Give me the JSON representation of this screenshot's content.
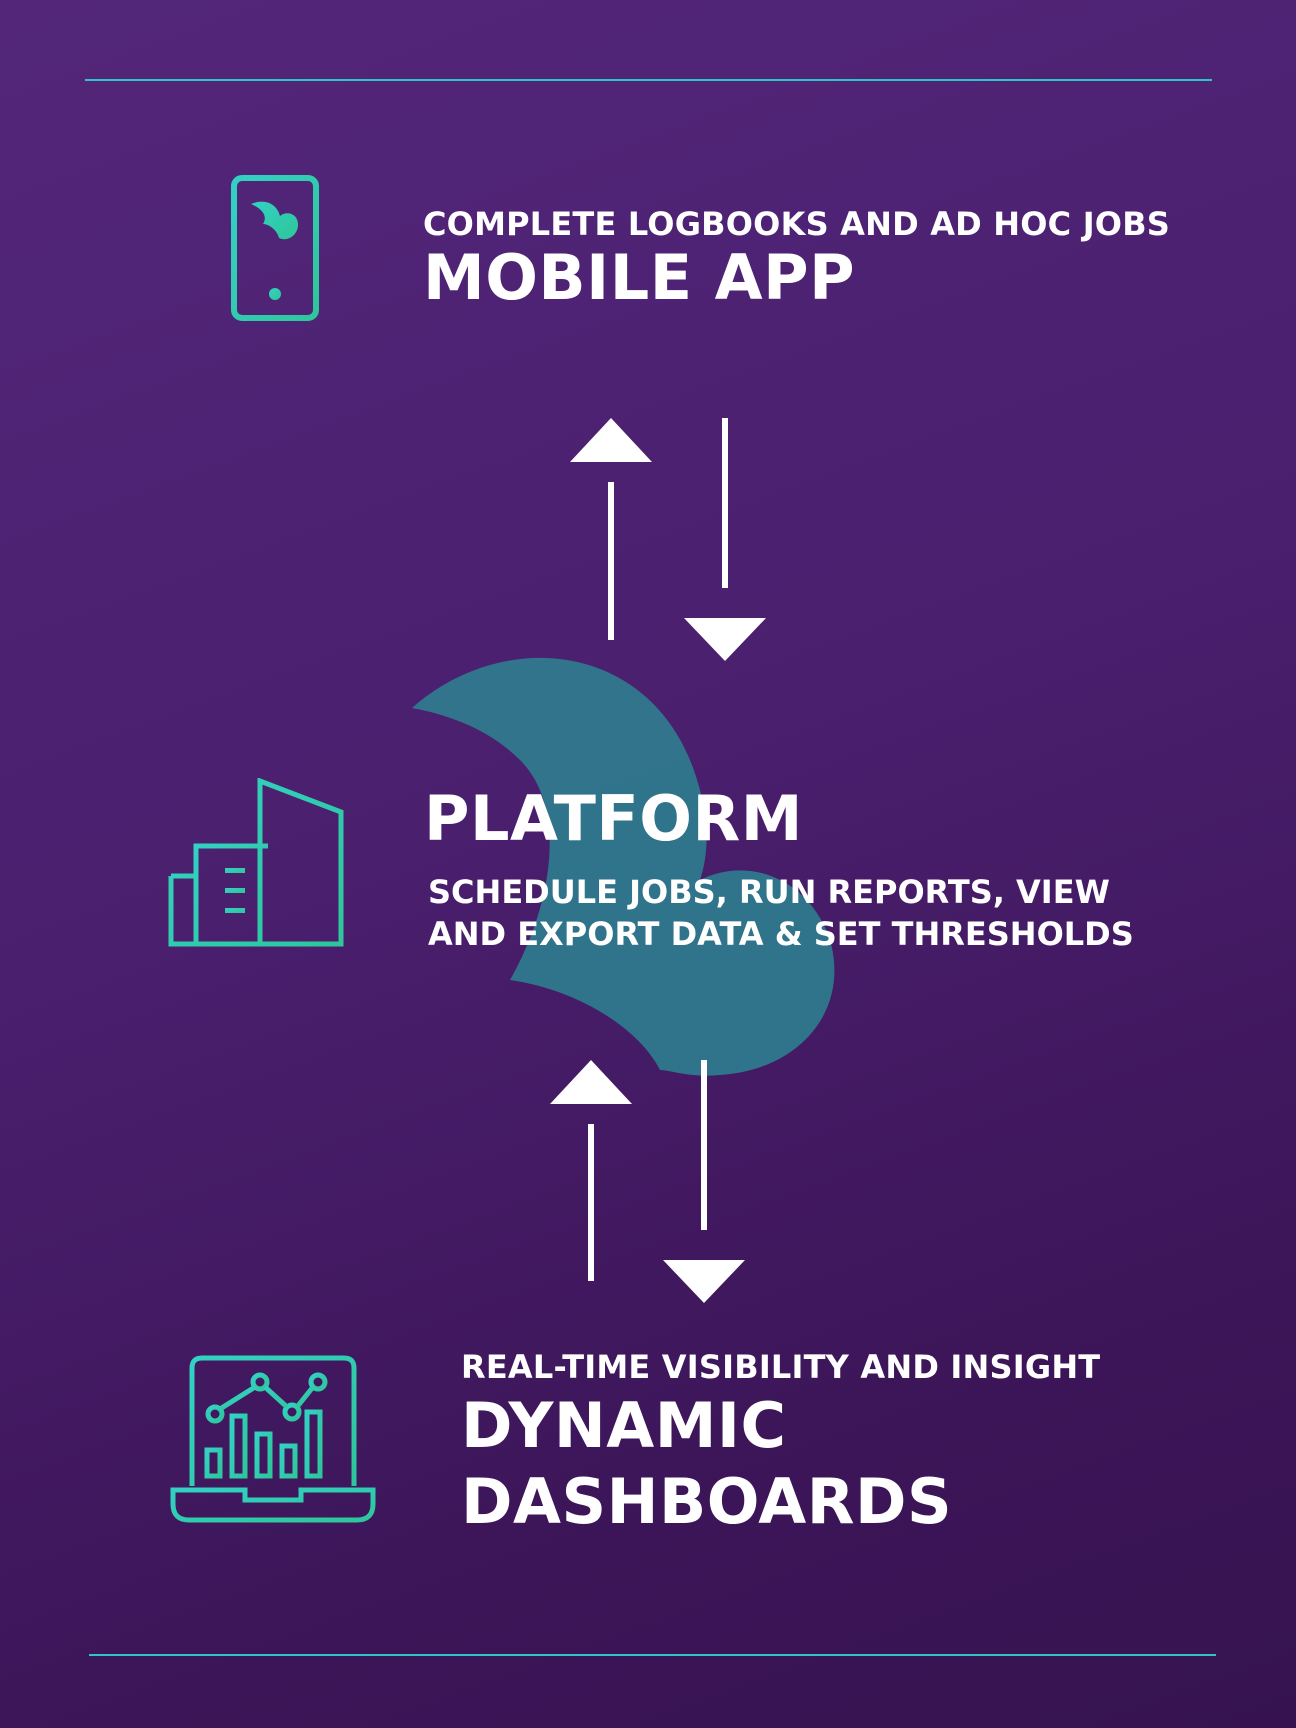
{
  "colors": {
    "background": "#4a1f6e",
    "accent": "#2fc4c6",
    "logo_watermark": "#2f7c8e",
    "text": "#ffffff"
  },
  "mobile": {
    "icon": "smartphone-icon",
    "subtitle": "COMPLETE LOGBOOKS AND AD HOC JOBS",
    "title": "MOBILE APP"
  },
  "platform": {
    "icon": "building-icon",
    "title": "PLATFORM",
    "description_line1": "SCHEDULE JOBS, RUN REPORTS, VIEW",
    "description_line2": "AND EXPORT DATA & SET THRESHOLDS"
  },
  "dashboards": {
    "icon": "laptop-chart-icon",
    "subtitle": "REAL-TIME VISIBILITY AND INSIGHT",
    "title_line1": "DYNAMIC",
    "title_line2": "DASHBOARDS"
  }
}
